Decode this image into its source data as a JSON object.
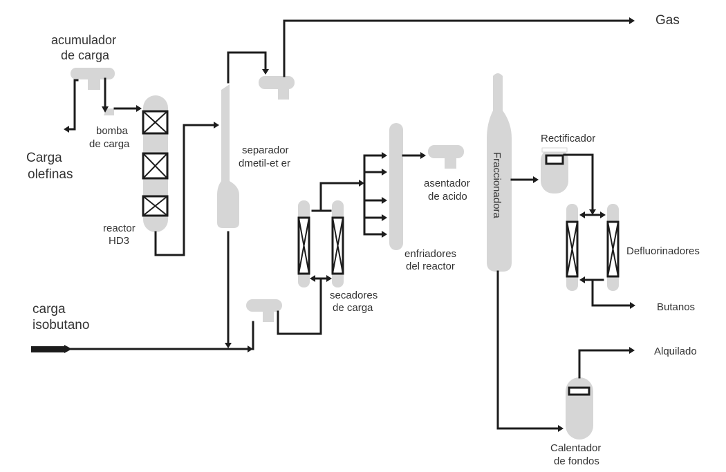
{
  "labels": {
    "acumulador_l1": "acumulador",
    "acumulador_l2": "de carga",
    "bomba_l1": "bomba",
    "bomba_l2": "de carga",
    "carga_olefinas_l1": "Carga",
    "carga_olefinas_l2": "olefinas",
    "reactor_l1": "reactor",
    "reactor_l2": "HD3",
    "separador_l1": "separador",
    "separador_l2": "dmetil-et er",
    "gas": "Gas",
    "enfriadores_l1": "enfriadores",
    "enfriadores_l2": "del reactor",
    "asentador_l1": "asentador",
    "asentador_l2": "de acido",
    "fraccionadora": "Fraccionadora",
    "rectificador": "Rectificador",
    "defluorinadores": "Defluorinadores",
    "butanos": "Butanos",
    "alquilado": "Alquilado",
    "secadores_l1": "secadores",
    "secadores_l2": "de carga",
    "carga_isobutano_l1": "carga",
    "carga_isobutano_l2": "isobutano",
    "calentador_l1": "Calentador",
    "calentador_l2": "de fondos"
  }
}
